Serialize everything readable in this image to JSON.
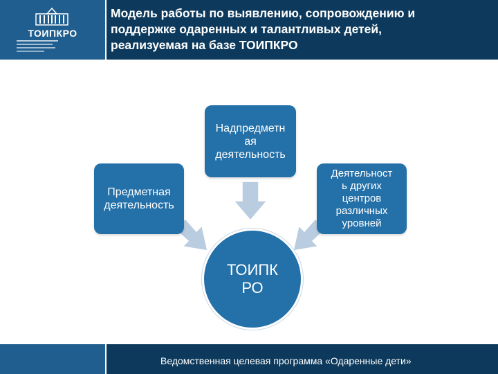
{
  "header": {
    "title": "Модель работы по выявлению, сопровождению и\nподдержке одаренных и талантливых детей,\nреализуемая   на базе ТОИПКРО",
    "logo_text": "ТОИПКРО"
  },
  "diagram": {
    "top_node": "Надпредметн\nая\nдеятельность",
    "left_node": "Предметная\nдеятельность",
    "right_node": "Деятельност\nь других\nцентров\nразличных\nуровней",
    "center_node": "ТОИПК\nРО"
  },
  "footer": {
    "text": "Ведомственная целевая программа  «Одаренные дети»"
  },
  "colors": {
    "node": "#2470a8",
    "header_dark": "#0d3a5c",
    "header_light": "#1f5e8f",
    "arrow": "#b9cce0"
  }
}
